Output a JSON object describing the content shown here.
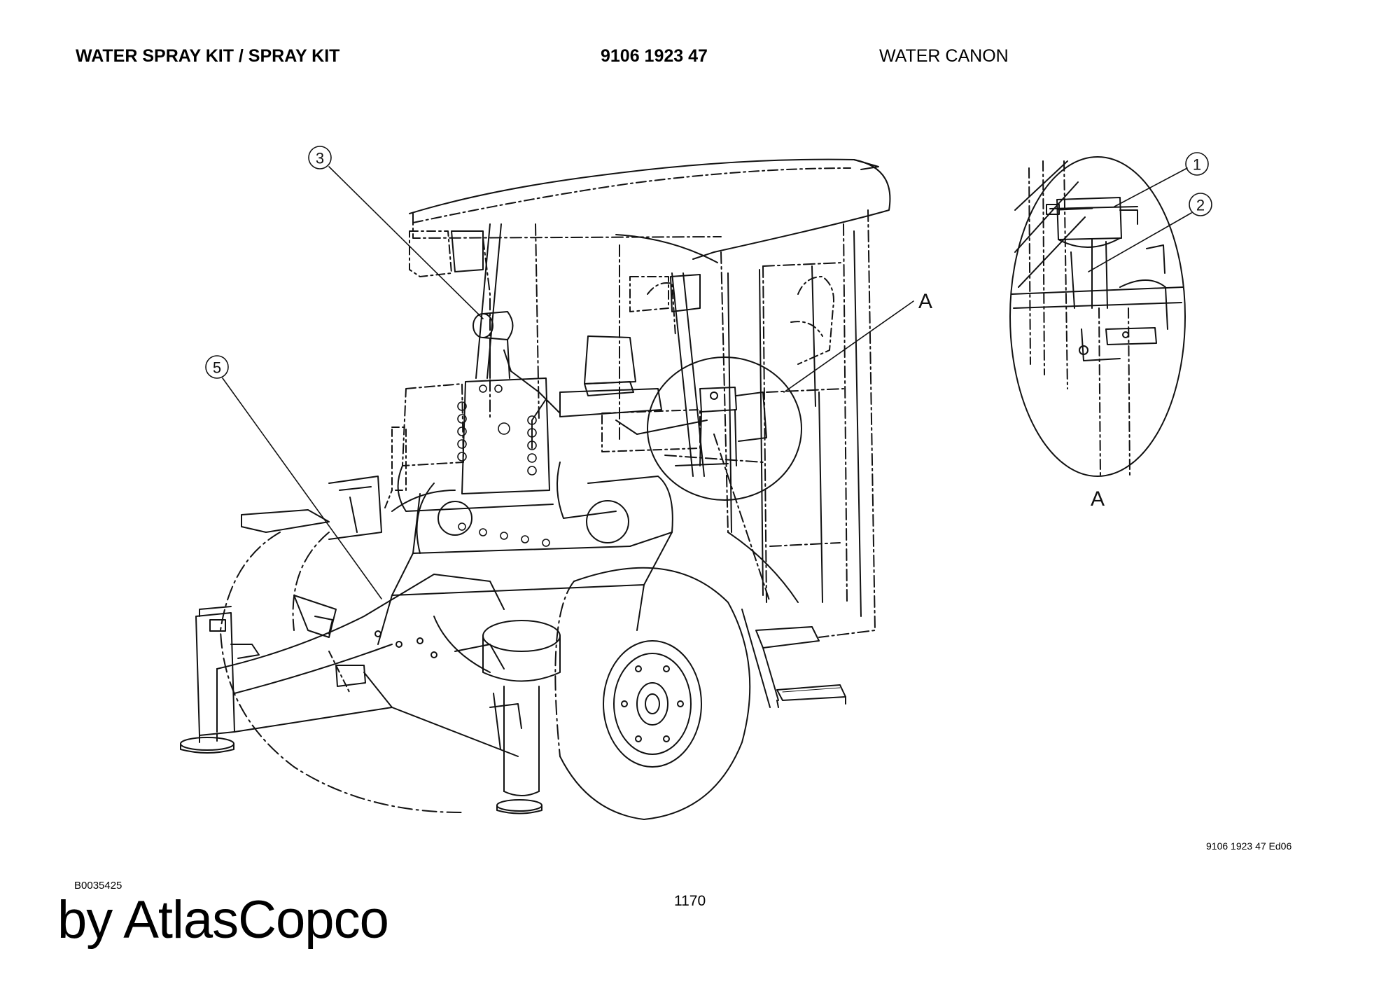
{
  "header": {
    "kit_title": "WATER SPRAY KIT / SPRAY KIT",
    "part_number": "9106 1923 47",
    "section": "WATER CANON"
  },
  "callouts": [
    {
      "number": "1"
    },
    {
      "number": "2"
    },
    {
      "number": "3"
    },
    {
      "number": "5"
    }
  ],
  "detail_view": {
    "label": "A",
    "source_label": "A"
  },
  "footer": {
    "drawing_code": "9106 1923 47 Ed06",
    "reference": "B0035425",
    "page_number": "1170",
    "brand": "by AtlasCopco"
  }
}
